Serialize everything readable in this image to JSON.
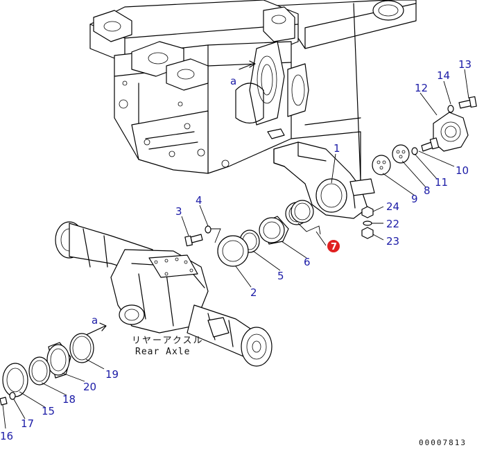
{
  "diagram": {
    "assembly_label_jp": "リヤーアクスル",
    "assembly_label_en": "Rear Axle",
    "view_marker": "a",
    "drawing_number": "00007813",
    "highlight_color": "#e02020",
    "callout_color": "#1a1aa6",
    "callouts": [
      {
        "id": "1",
        "label": "1"
      },
      {
        "id": "2",
        "label": "2"
      },
      {
        "id": "3",
        "label": "3"
      },
      {
        "id": "4",
        "label": "4"
      },
      {
        "id": "5",
        "label": "5"
      },
      {
        "id": "6",
        "label": "6"
      },
      {
        "id": "7",
        "label": "7",
        "highlighted": true
      },
      {
        "id": "8",
        "label": "8"
      },
      {
        "id": "9",
        "label": "9"
      },
      {
        "id": "10",
        "label": "10"
      },
      {
        "id": "11",
        "label": "11"
      },
      {
        "id": "12",
        "label": "12"
      },
      {
        "id": "13",
        "label": "13"
      },
      {
        "id": "14",
        "label": "14"
      },
      {
        "id": "15",
        "label": "15"
      },
      {
        "id": "16",
        "label": "16"
      },
      {
        "id": "17",
        "label": "17"
      },
      {
        "id": "18",
        "label": "18"
      },
      {
        "id": "19",
        "label": "19"
      },
      {
        "id": "20",
        "label": "20"
      },
      {
        "id": "22",
        "label": "22"
      },
      {
        "id": "23",
        "label": "23"
      },
      {
        "id": "24",
        "label": "24"
      }
    ]
  }
}
